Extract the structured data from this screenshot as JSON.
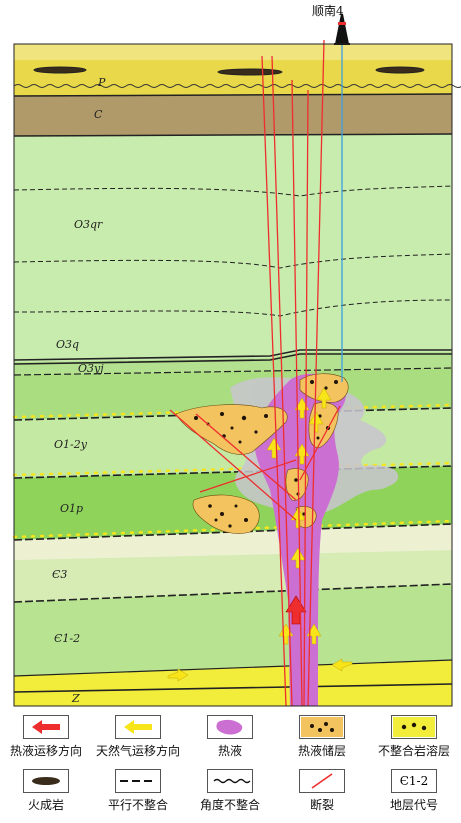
{
  "well": {
    "name": "顺南4"
  },
  "strata": [
    {
      "code": "P"
    },
    {
      "code": "C"
    },
    {
      "code": "O3qr"
    },
    {
      "code": "O3q"
    },
    {
      "code": "O3yj"
    },
    {
      "code": "O1-2y"
    },
    {
      "code": "O1p"
    },
    {
      "code": "Є3"
    },
    {
      "code": "Є1-2"
    },
    {
      "code": "Z"
    }
  ],
  "legend": [
    {
      "label": "热液运移方向",
      "icon": "red-arrow-icon"
    },
    {
      "label": "天然气运移方向",
      "icon": "yellow-arrow-icon"
    },
    {
      "label": "热液",
      "icon": "purple-blob-icon"
    },
    {
      "label": "热液储层",
      "icon": "hydrothermal-reservoir-icon"
    },
    {
      "label": "不整合岩溶层",
      "icon": "karst-layer-icon"
    },
    {
      "label": "火成岩",
      "icon": "igneous-rock-icon"
    },
    {
      "label": "平行不整合",
      "icon": "parallel-unconformity-icon"
    },
    {
      "label": "角度不整合",
      "icon": "angular-unconformity-icon"
    },
    {
      "label": "断裂",
      "icon": "fault-icon"
    },
    {
      "label": "地层代号",
      "icon": "stratum-code-icon",
      "sample": "Є1-2"
    }
  ],
  "colors": {
    "permian": "#e8d84a",
    "carboniferous": "#b09a6a",
    "light_green": "#c8ecae",
    "mid_green": "#a9dd80",
    "bright_green": "#8fd35a",
    "pale": "#eef0d2",
    "yellow": "#f2ec3a",
    "hydrothermal": "#cc6fd3",
    "reservoir": "#f2c35e",
    "fault": "#ee2e2e",
    "well": "#3aa0e0"
  }
}
